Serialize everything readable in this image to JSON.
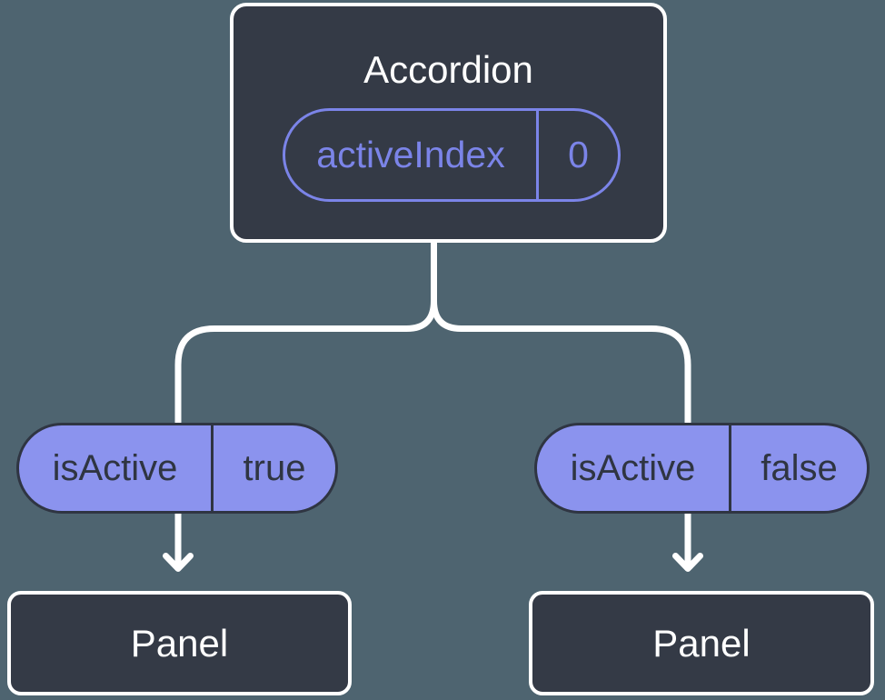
{
  "colors": {
    "background": "#4E6470",
    "node_fill": "#343A46",
    "node_border": "#FFFFFF",
    "pill_fill": "#8B93EE",
    "pill_outline": "#7B84E8",
    "dark_text": "#2F3542",
    "light_text": "#FFFFFF",
    "connector": "#FFFFFF"
  },
  "tree": {
    "root": {
      "label": "Accordion",
      "state": {
        "name": "activeIndex",
        "value": "0"
      }
    },
    "children": [
      {
        "prop": {
          "name": "isActive",
          "value": "true"
        },
        "node": {
          "label": "Panel"
        }
      },
      {
        "prop": {
          "name": "isActive",
          "value": "false"
        },
        "node": {
          "label": "Panel"
        }
      }
    ]
  }
}
